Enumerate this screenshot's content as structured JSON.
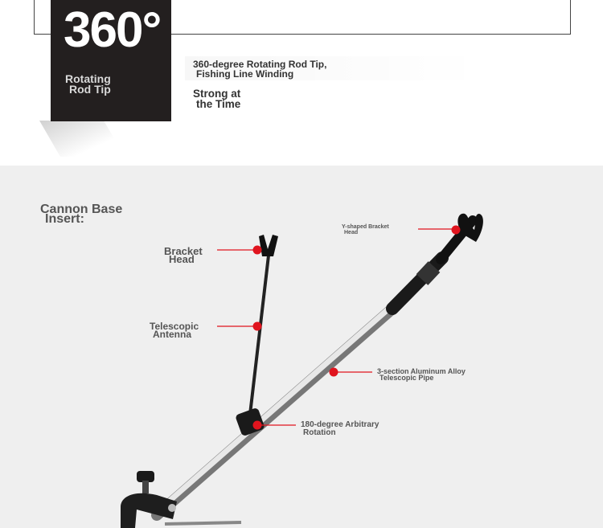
{
  "header": {
    "badge_number": "360°",
    "badge_caption_line1": "Rotating",
    "badge_caption_line2": "Rod Tip",
    "feature_line1": "360-degree Rotating Rod Tip,",
    "feature_line2": "Fishing Line Winding",
    "strong_line1": "Strong at",
    "strong_line2": "the Time"
  },
  "diagram": {
    "title_line1": "Cannon Base",
    "title_line2": "Insert:",
    "callouts": {
      "bracket_head_line1": "Bracket",
      "bracket_head_line2": "Head",
      "telescopic_antenna_line1": "Telescopic",
      "telescopic_antenna_line2": "Antenna",
      "y_bracket_line1": "Y-shaped Bracket",
      "y_bracket_line2": "Head",
      "pipe_line1": "3-section Aluminum Alloy",
      "pipe_line2": "Telescopic Pipe",
      "rotation_line1": "180-degree Arbitrary",
      "rotation_line2": "Rotation"
    }
  },
  "colors": {
    "badge_bg": "#231f1f",
    "callout_red": "#e0141e",
    "panel_bg": "#efefef"
  }
}
